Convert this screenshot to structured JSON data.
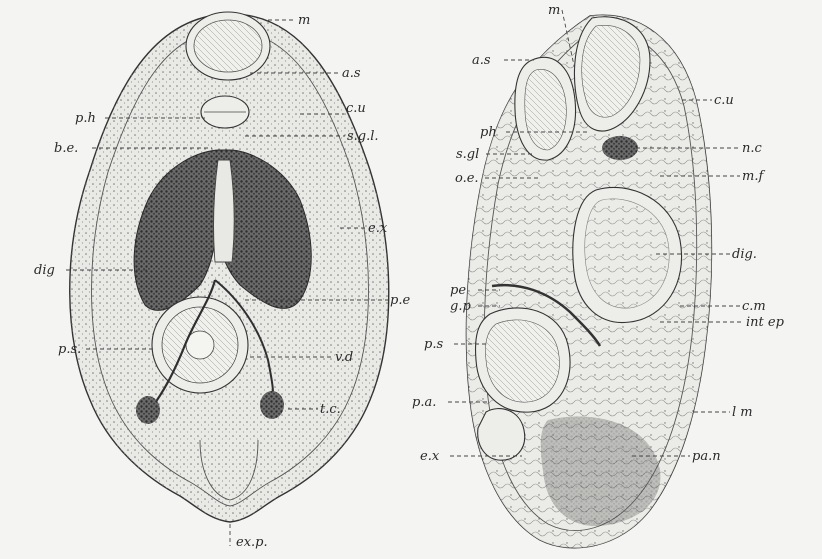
{
  "figure_left": {
    "labels": {
      "m": "m",
      "as": "a.s",
      "ph": "p.h",
      "cu": "c.u",
      "sgl": "s.g.l.",
      "be": "b.e.",
      "ex": "e.x",
      "dig": "dig",
      "pe": "p.e",
      "ps": "p.s.",
      "vd": "v.d",
      "tc": "t.c.",
      "exp": "ex.p."
    }
  },
  "figure_right": {
    "labels": {
      "m": "m",
      "as": "a.s",
      "cu": "c.u",
      "ph": "ph",
      "sgl": "s.gl",
      "oe": "o.e.",
      "nc": "n.c",
      "mf": "m.f",
      "dig": "dig.",
      "pe": "pe",
      "gp": "g.p",
      "cm": "c.m",
      "intep": "int ep",
      "ps": "p.s",
      "pa": "p.a.",
      "lm": "l m",
      "ex": "e.x",
      "pan": "pa.n"
    }
  }
}
